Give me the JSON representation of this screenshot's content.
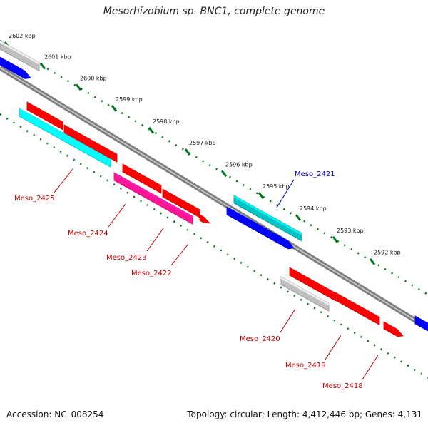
{
  "title": "Mesorhizobium sp. BNC1, complete genome",
  "footer": {
    "accession": "Accession: NC_008254",
    "summary": "Topology: circular; Length: 4,412,446 bp; Genes: 4,131"
  },
  "colors": {
    "backbone": "#7f7f7f",
    "tick": "#007a1a",
    "label_red": "#c00000",
    "label_blue": "#0000c0"
  },
  "ticks": [
    "2602 kbp",
    "2601 kbp",
    "2600 kbp",
    "2599 kbp",
    "2598 kbp",
    "2597 kbp",
    "2596 kbp",
    "2595 kbp",
    "2594 kbp",
    "2593 kbp",
    "2592 kbp"
  ],
  "genes": [
    {
      "name": "Meso_2425",
      "color": "#00ffff",
      "labeled": true
    },
    {
      "name": "Meso_2424",
      "color": "#ff1493",
      "labeled": true
    },
    {
      "name": "Meso_2423",
      "color": "#ff0000",
      "labeled": true
    },
    {
      "name": "Meso_2422",
      "color": "#ff0000",
      "labeled": true
    },
    {
      "name": "Meso_2421",
      "color": "#00c4c4",
      "labeled": true
    },
    {
      "name": "Meso_2420",
      "color": "#c0c0c0",
      "labeled": true
    },
    {
      "name": "Meso_2419",
      "color": "#ff0000",
      "labeled": true
    },
    {
      "name": "Meso_2418",
      "color": "#ff0000",
      "labeled": true
    }
  ]
}
